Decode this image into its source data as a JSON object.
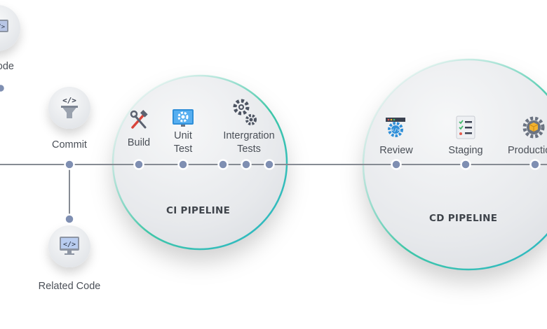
{
  "diagram": {
    "stages": {
      "code": "Code",
      "commit": "Commit",
      "related_code": "Related Code",
      "build": "Build",
      "unit_test": "Unit\nTest",
      "integration_tests": "Intergration\nTests",
      "review": "Review",
      "staging": "Staging",
      "production": "Production"
    },
    "pipelines": {
      "ci": "CI PIPELINE",
      "cd": "CD PIPELINE"
    },
    "icons": {
      "code": "code-monitor-icon",
      "commit": "code-funnel-icon",
      "related_code": "code-monitor-icon",
      "build": "hammer-wrench-icon",
      "unit_test": "gear-monitor-icon",
      "integration_tests": "gears-icon",
      "review": "code-gear-icon",
      "staging": "checklist-icon",
      "production": "gear-box-icon"
    },
    "colors": {
      "line": "#868b93",
      "node": "#7f8fb2",
      "circle_edge": "#3fc7a8",
      "accent_blue": "#2f8fd8"
    }
  }
}
